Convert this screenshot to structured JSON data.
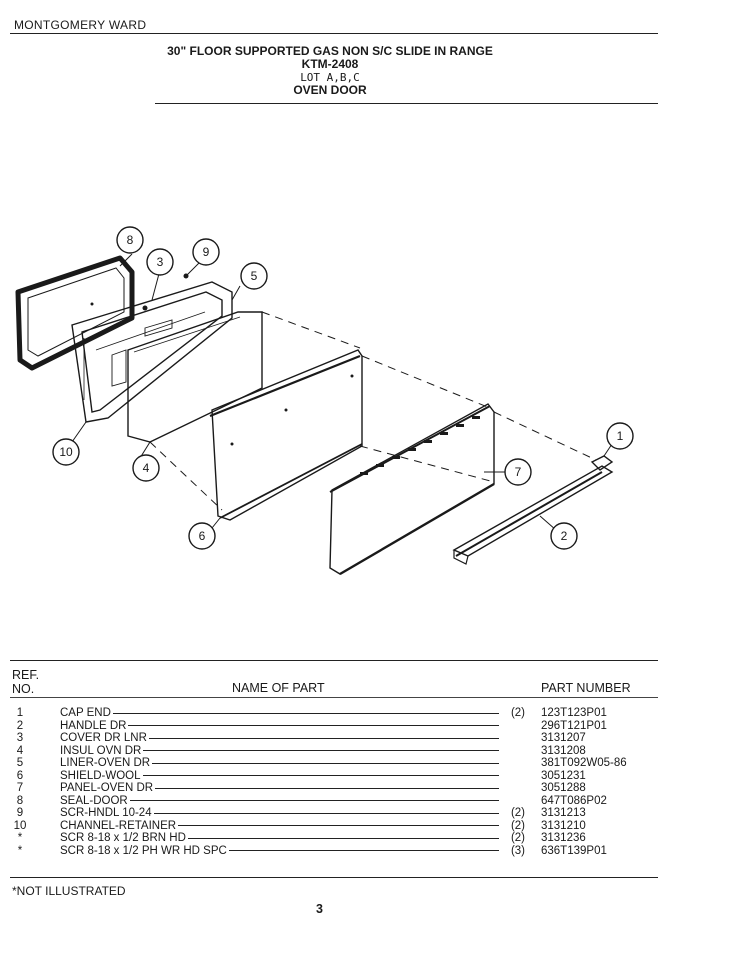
{
  "header": {
    "brand": "MONTGOMERY WARD",
    "title_line1": "30\" FLOOR SUPPORTED GAS NON S/C SLIDE IN RANGE",
    "model": "KTM-2408",
    "lot": "LOT A,B,C",
    "section": "OVEN DOOR"
  },
  "diagram": {
    "callouts": [
      "1",
      "2",
      "3",
      "4",
      "5",
      "6",
      "7",
      "8",
      "9",
      "10"
    ]
  },
  "table": {
    "col_ref": "REF.",
    "col_ref2": "NO.",
    "col_name": "NAME OF PART",
    "col_pn": "PART NUMBER",
    "rows": [
      {
        "ref": "1",
        "name": "CAP END",
        "qty": "(2)",
        "pn": "123T123P01"
      },
      {
        "ref": "2",
        "name": "HANDLE DR",
        "qty": "",
        "pn": "296T121P01"
      },
      {
        "ref": "3",
        "name": "COVER DR LNR",
        "qty": "",
        "pn": "3131207"
      },
      {
        "ref": "4",
        "name": "INSUL OVN DR",
        "qty": "",
        "pn": "3131208"
      },
      {
        "ref": "5",
        "name": "LINER-OVEN DR",
        "qty": "",
        "pn": "381T092W05-86"
      },
      {
        "ref": "6",
        "name": "SHIELD-WOOL",
        "qty": "",
        "pn": "3051231"
      },
      {
        "ref": "7",
        "name": "PANEL-OVEN DR",
        "qty": "",
        "pn": "3051288"
      },
      {
        "ref": "8",
        "name": "SEAL-DOOR",
        "qty": "",
        "pn": "647T086P02"
      },
      {
        "ref": "9",
        "name": "SCR-HNDL 10-24",
        "qty": "(2)",
        "pn": "3131213"
      },
      {
        "ref": "10",
        "name": "CHANNEL-RETAINER",
        "qty": "(2)",
        "pn": "3131210"
      },
      {
        "ref": "*",
        "name": "SCR 8-18 x 1/2 BRN HD",
        "qty": "(2)",
        "pn": "3131236"
      },
      {
        "ref": "*",
        "name": "SCR 8-18 x 1/2 PH WR HD SPC",
        "qty": "(3)",
        "pn": "636T139P01"
      }
    ]
  },
  "footer": {
    "note": "*NOT ILLUSTRATED",
    "page": "3"
  }
}
